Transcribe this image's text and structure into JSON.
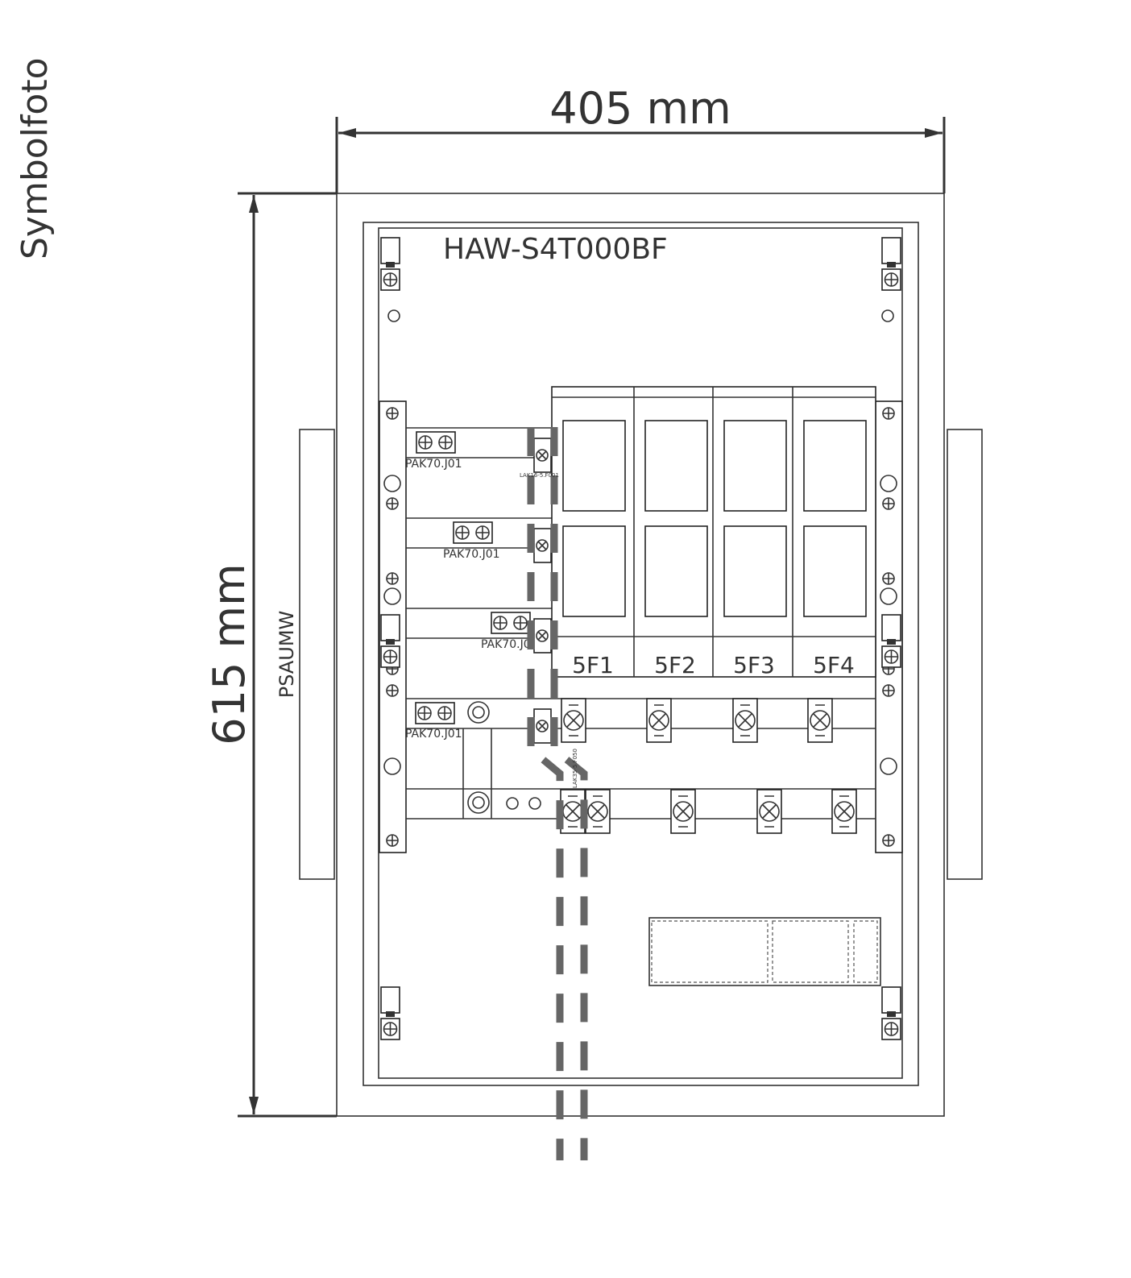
{
  "side_label": "Symbolfoto",
  "dimensions": {
    "width": "405 mm",
    "height": "615 mm"
  },
  "cabinet": {
    "model": "HAW-S4T000BF",
    "flange_label": "PSAUMW",
    "breakers": [
      "5F1",
      "5F2",
      "5F3",
      "5F4"
    ],
    "terminal_blocks": [
      "PAK70.J01",
      "PAK70.J01",
      "PAK70.J01",
      "PAK70.J01"
    ],
    "small_terminal_label": "LAK16-5.F001",
    "fuse_terminal_label": "LAK35-5.F050"
  }
}
